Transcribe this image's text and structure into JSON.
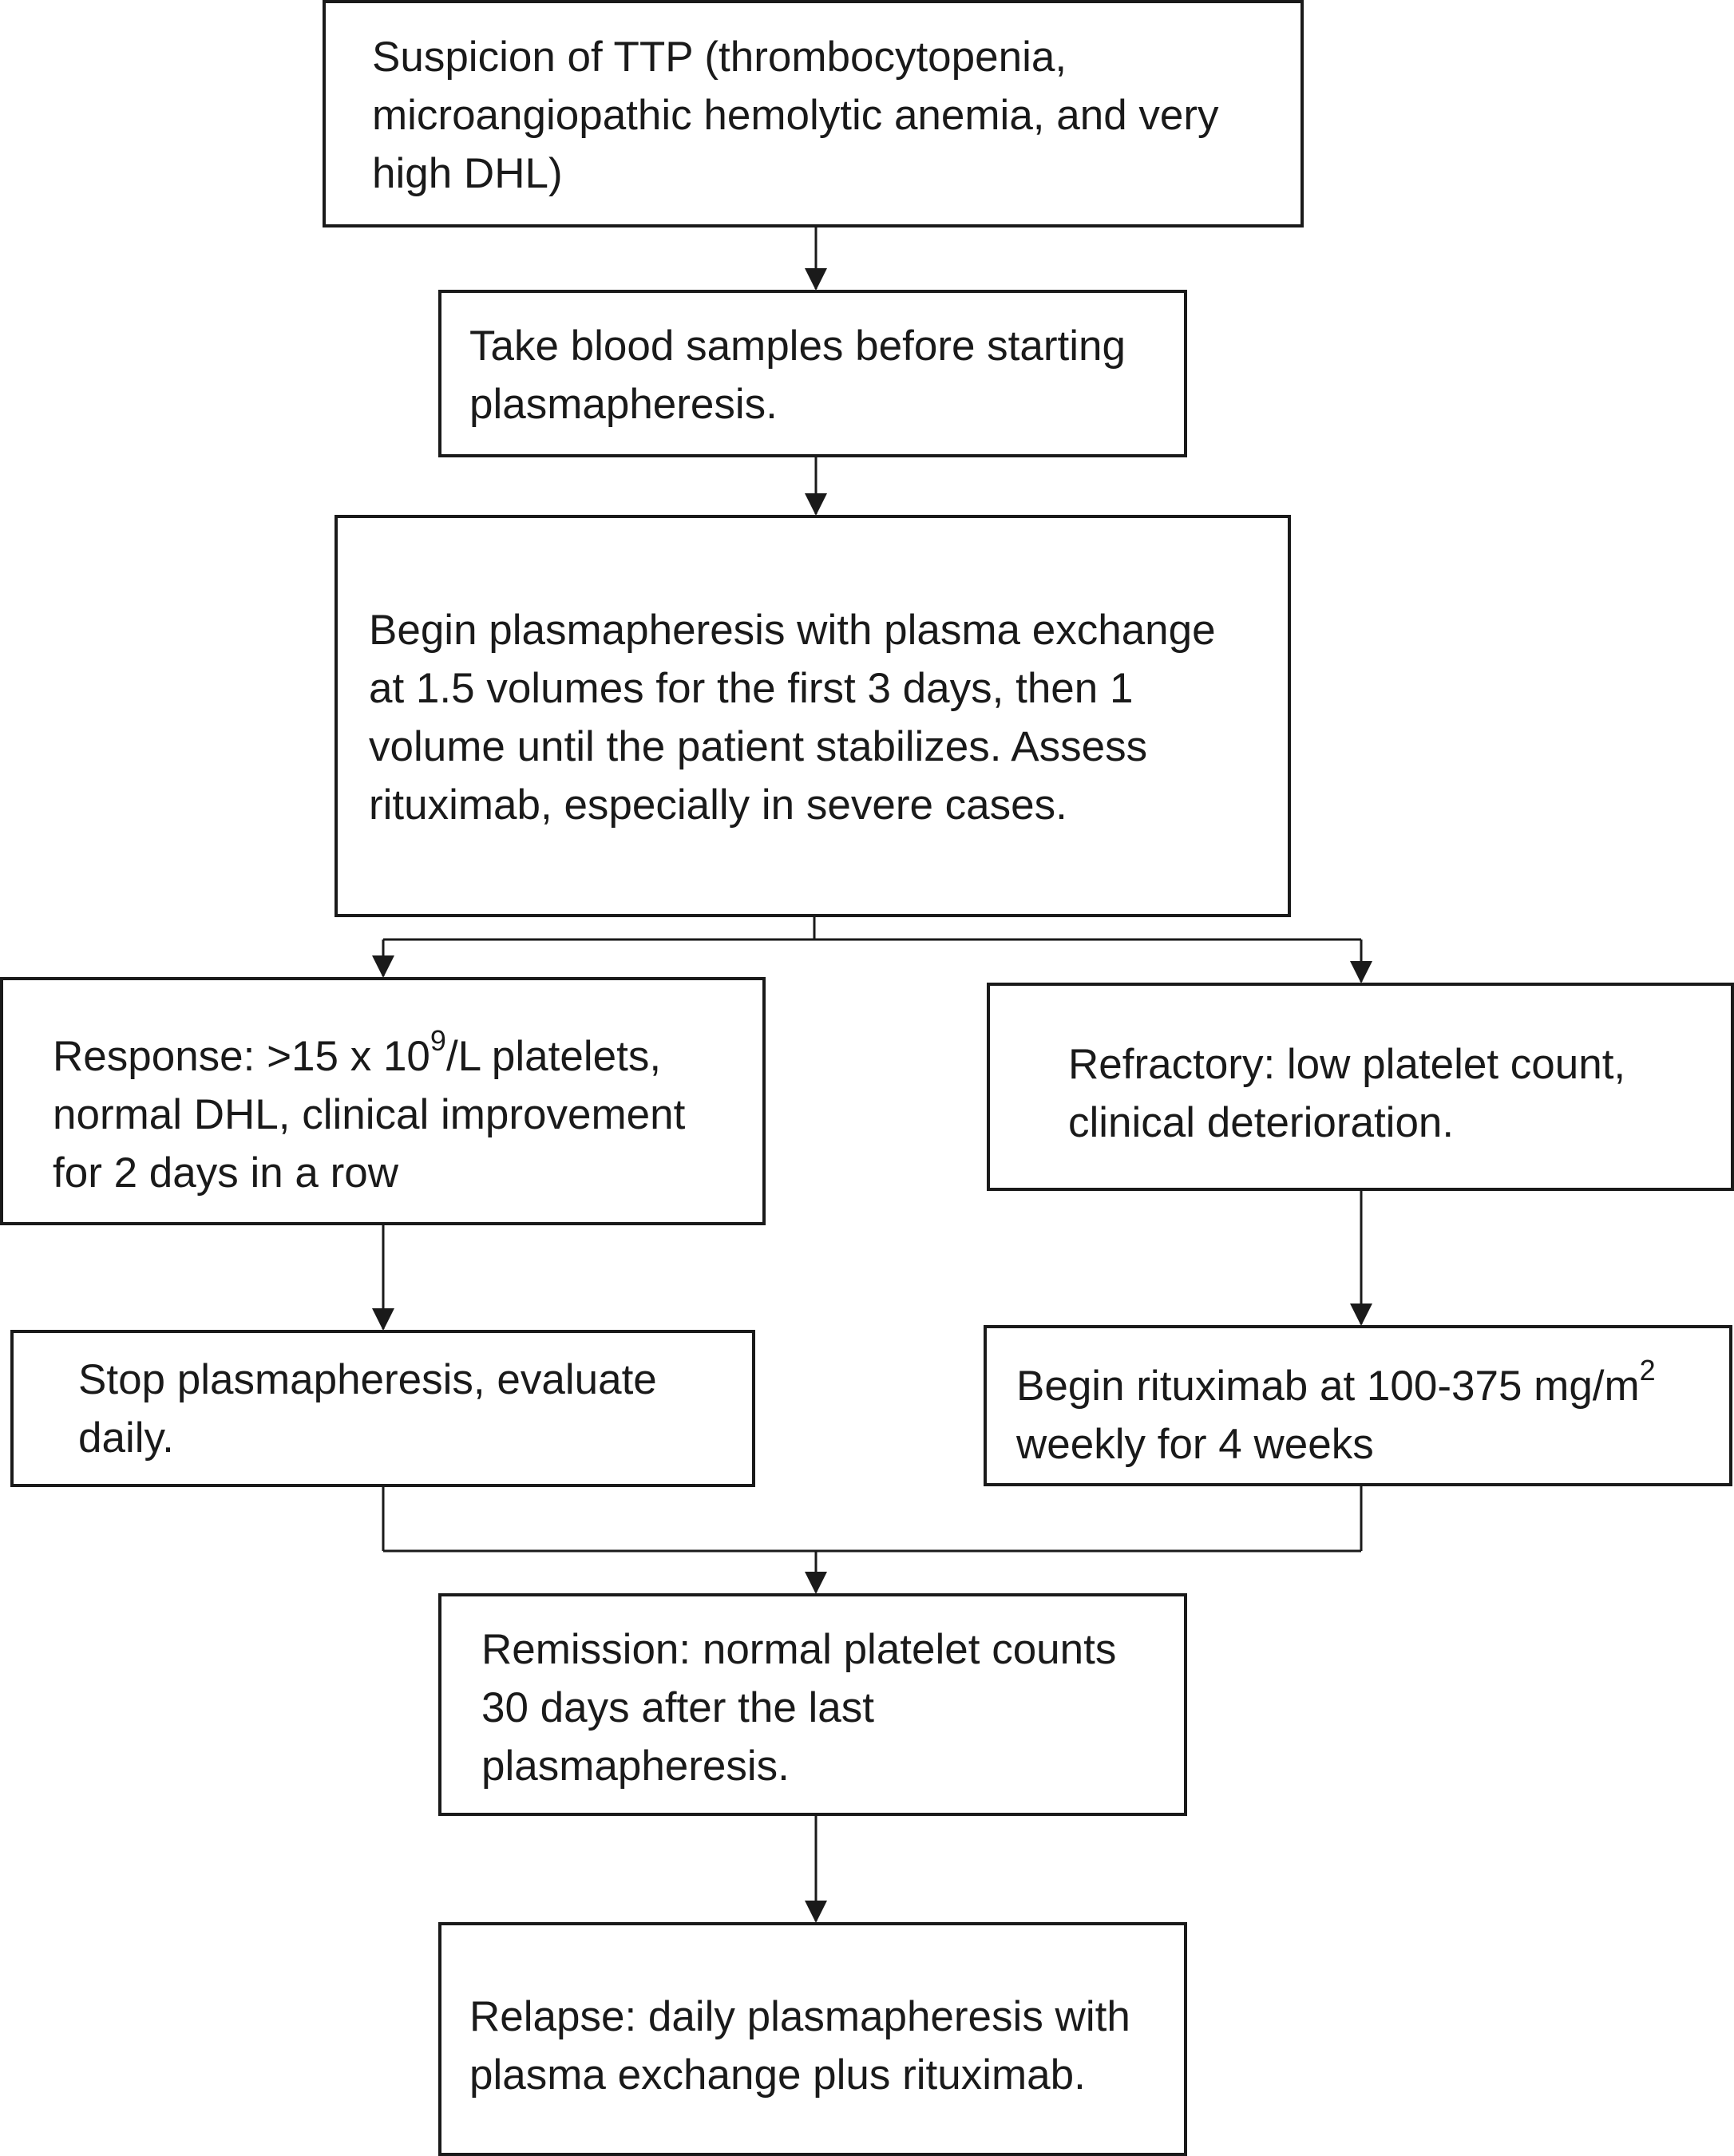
{
  "flowchart": {
    "suspicion": {
      "line1": "Suspicion of TTP (thrombocytopenia,",
      "line2": "microangiopathic hemolytic anemia, and very",
      "line3": "high DHL)"
    },
    "samples": {
      "line1": "Take blood samples before starting",
      "line2": "plasmapheresis."
    },
    "begin": {
      "line1": "Begin plasmapheresis with plasma exchange",
      "line2": "at 1.5 volumes for the first 3 days, then 1",
      "line3": "volume until the patient stabilizes. Assess",
      "line4": "rituximab, especially in severe cases."
    },
    "response": {
      "line1_pre": "Response: >15 x 10",
      "line1_sup": "9",
      "line1_post": "/L platelets,",
      "line2": "normal DHL, clinical improvement",
      "line3": "for 2 days in a row"
    },
    "refractory": {
      "line1": "Refractory: low platelet count,",
      "line2": "clinical deterioration."
    },
    "stop": {
      "line1": "Stop plasmapheresis, evaluate",
      "line2": "daily."
    },
    "rituximab": {
      "line1_pre": "Begin rituximab at 100-375 mg/m",
      "line1_sup": "2",
      "line2": "weekly for 4 weeks"
    },
    "remission": {
      "line1": "Remission: normal platelet counts",
      "line2": "30 days after the last",
      "line3": "plasmapheresis."
    },
    "relapse": {
      "line1": "Relapse: daily plasmapheresis with",
      "line2": "plasma exchange plus rituximab."
    }
  }
}
